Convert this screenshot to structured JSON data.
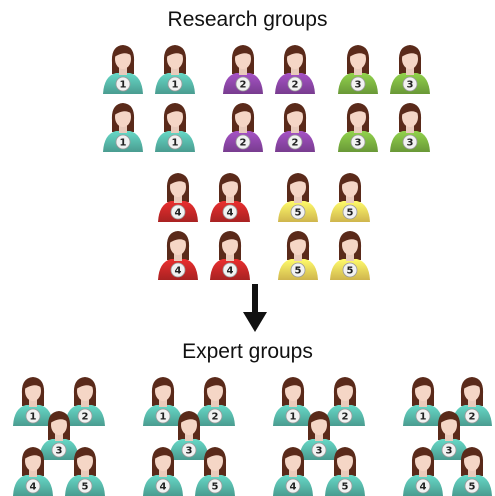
{
  "titles": {
    "research": "Research groups",
    "expert": "Expert groups"
  },
  "colors": {
    "1": "#57b8a9",
    "2": "#8d46a8",
    "3": "#7cb341",
    "4": "#c62828",
    "5": "#f3d55b",
    "skin": "#f5d6c6",
    "hair": "#5a2a1a"
  },
  "research_groups": [
    {
      "group": "1",
      "members": [
        "1",
        "1",
        "1",
        "1"
      ]
    },
    {
      "group": "2",
      "members": [
        "2",
        "2",
        "2",
        "2"
      ]
    },
    {
      "group": "3",
      "members": [
        "3",
        "3",
        "3",
        "3"
      ]
    },
    {
      "group": "4",
      "members": [
        "4",
        "4",
        "4",
        "4"
      ]
    },
    {
      "group": "5",
      "members": [
        "5",
        "5",
        "5",
        "5"
      ]
    }
  ],
  "expert_groups": [
    {
      "members": [
        "1",
        "2",
        "3",
        "4",
        "5"
      ]
    },
    {
      "members": [
        "1",
        "2",
        "3",
        "4",
        "5"
      ]
    },
    {
      "members": [
        "1",
        "2",
        "3",
        "4",
        "5"
      ]
    },
    {
      "members": [
        "1",
        "2",
        "3",
        "4",
        "5"
      ]
    }
  ]
}
